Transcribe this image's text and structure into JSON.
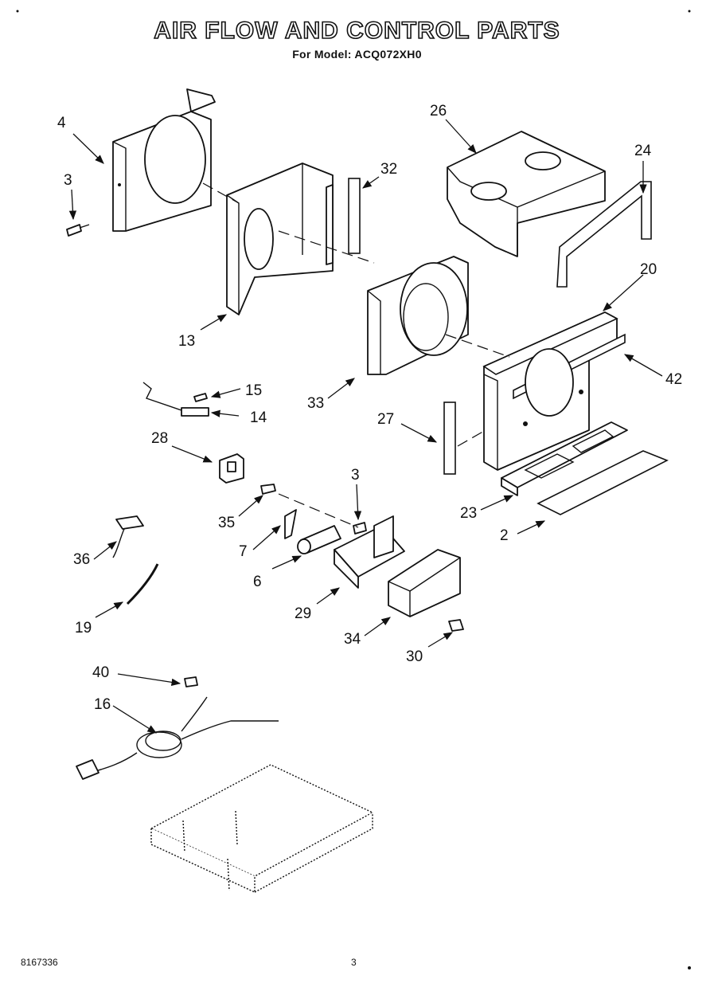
{
  "header": {
    "title": "AIR FLOW AND CONTROL PARTS",
    "subtitle": "For Model: ACQ072XH0"
  },
  "footer": {
    "doc_number": "8167336",
    "page_number": "3"
  },
  "callouts": {
    "c4": "4",
    "c3a": "3",
    "c13": "13",
    "c32": "32",
    "c26": "26",
    "c24": "24",
    "c20": "20",
    "c42": "42",
    "c33": "33",
    "c15": "15",
    "c14": "14",
    "c27": "27",
    "c28": "28",
    "c3b": "3",
    "c23": "23",
    "c2": "2",
    "c35": "35",
    "c7": "7",
    "c6": "6",
    "c36": "36",
    "c29": "29",
    "c19": "19",
    "c34": "34",
    "c30": "30",
    "c40": "40",
    "c16": "16"
  }
}
